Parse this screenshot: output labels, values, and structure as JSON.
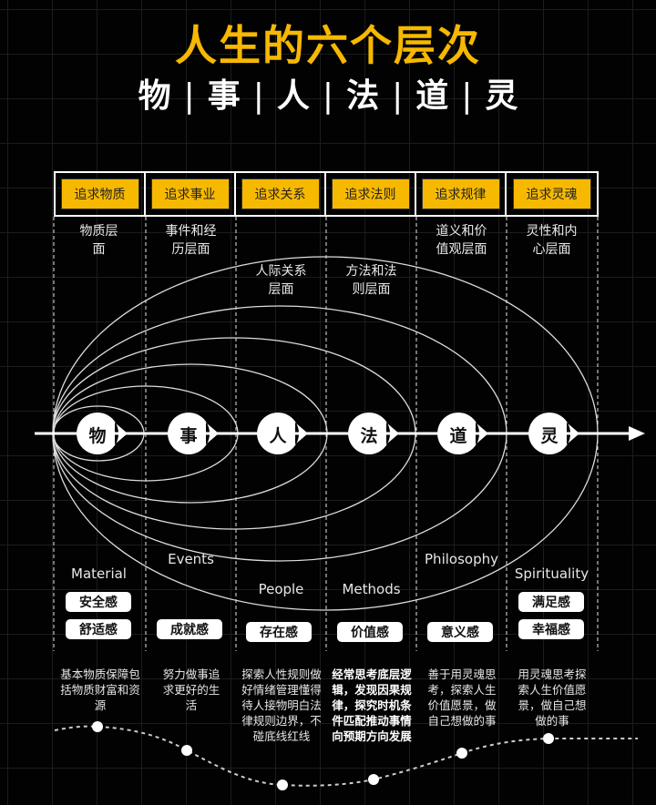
{
  "title": "人生的六个层次",
  "subtitle": {
    "chars": [
      "物",
      "事",
      "人",
      "法",
      "道",
      "灵"
    ],
    "separator": "|"
  },
  "columns": [
    {
      "pursuit": "追求物质",
      "level": "物质层面",
      "node": "物",
      "english": "Material",
      "badges": [
        "安全感",
        "舒适感"
      ],
      "description": "基本物质保障包括物质财富和资源"
    },
    {
      "pursuit": "追求事业",
      "level": "事件和经历层面",
      "node": "事",
      "english": "Events",
      "badges": [
        "成就感"
      ],
      "description": "努力做事追求更好的生活"
    },
    {
      "pursuit": "追求关系",
      "level": "人际关系层面",
      "node": "人",
      "english": "People",
      "badges": [
        "存在感"
      ],
      "description": "探索人性规则做好情绪管理懂得待人接物明白法律规则边界，不碰底线红线"
    },
    {
      "pursuit": "追求法则",
      "level": "方法和法则层面",
      "node": "法",
      "english": "Methods",
      "badges": [
        "价值感"
      ],
      "description": "经常思考底层逻辑，发现因果规律，探究时机条件匹配推动事情向预期方向发展"
    },
    {
      "pursuit": "追求规律",
      "level": "道义和价值观层面",
      "node": "道",
      "english": "Philosophy",
      "badges": [
        "意义感"
      ],
      "description": "善于用灵魂思考，探索人生价值愿景，做自己想做的事"
    },
    {
      "pursuit": "追求灵魂",
      "level": "灵性和内心层面",
      "node": "灵",
      "english": "Spirituality",
      "badges": [
        "满足感",
        "幸福感"
      ],
      "description": "用灵魂思考探索人生价值愿景，做自己想做的事"
    }
  ],
  "colors": {
    "accent": "#f7b900",
    "background": "#020202",
    "foreground": "#ffffff"
  }
}
